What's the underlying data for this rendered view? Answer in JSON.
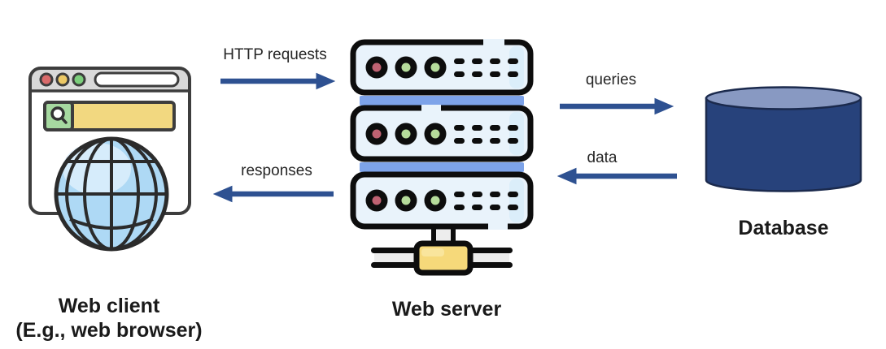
{
  "nodes": {
    "web_client": {
      "label_line1": "Web client",
      "label_line2": "(E.g., web browser)"
    },
    "web_server": {
      "label": "Web server"
    },
    "database": {
      "label": "Database"
    }
  },
  "flows": {
    "http_requests": {
      "label": "HTTP requests",
      "direction": "right"
    },
    "responses": {
      "label": "responses",
      "direction": "left"
    },
    "queries": {
      "label": "queries",
      "direction": "right"
    },
    "data": {
      "label": "data",
      "direction": "left"
    }
  },
  "icons": {
    "web_client": "browser-window-with-globe-icon",
    "web_server": "server-rack-icon",
    "database": "database-cylinder-icon"
  },
  "colors": {
    "background": "#ffffff",
    "arrow": "#2e5191",
    "flow_text": "#262626",
    "label_text": "#1a1a1a",
    "browser_chrome": "#d9d9d9",
    "browser_outline": "#3d3d3d",
    "dot_red": "#d96a6a",
    "dot_yellow": "#ecc966",
    "dot_green": "#7ccf7c",
    "search_green": "#a6d9a0",
    "search_yellow": "#f2d880",
    "globe_blue": "#aed9f5",
    "server_fill": "#e9f3fb",
    "server_outline": "#0d0d0d",
    "server_bar": "#7da3e9",
    "led_red": "#bf6272",
    "led_green": "#b6dc9b",
    "switch_yellow": "#f6d97a",
    "db_body": "#27427b",
    "db_top": "#8899c2",
    "db_outline": "#1b2a4d"
  }
}
